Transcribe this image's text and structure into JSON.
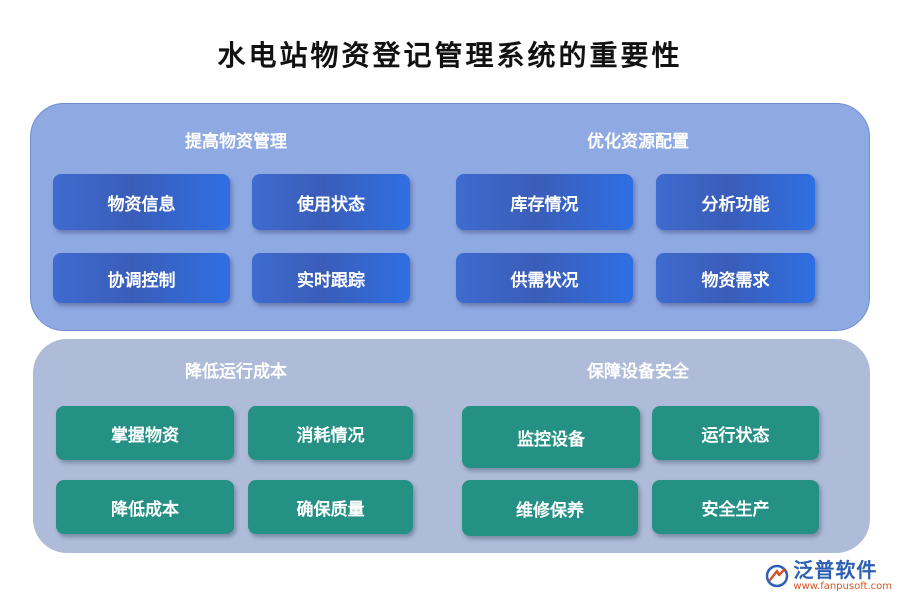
{
  "title": "水电站物资登记管理系统的重要性",
  "sections": {
    "top_left": {
      "title": "提高物资管理",
      "items": [
        "物资信息",
        "使用状态",
        "协调控制",
        "实时跟踪"
      ]
    },
    "top_right": {
      "title": "优化资源配置",
      "items": [
        "库存情况",
        "分析功能",
        "供需状况",
        "物资需求"
      ]
    },
    "bottom_left": {
      "title": "降低运行成本",
      "items": [
        "掌握物资",
        "消耗情况",
        "降低成本",
        "确保质量"
      ]
    },
    "bottom_right": {
      "title": "保障设备安全",
      "items": [
        "监控设备",
        "运行状态",
        "维修保养",
        "安全生产"
      ]
    }
  },
  "logo": {
    "name": "泛普软件",
    "url": "www.fanpusoft.com",
    "icon": "fanpu-logo-icon"
  },
  "colors": {
    "top_panel": "#8fa9e2",
    "bottom_panel": "#aebcd9",
    "blue_box": "#3a63c8",
    "teal_box": "#259184"
  }
}
